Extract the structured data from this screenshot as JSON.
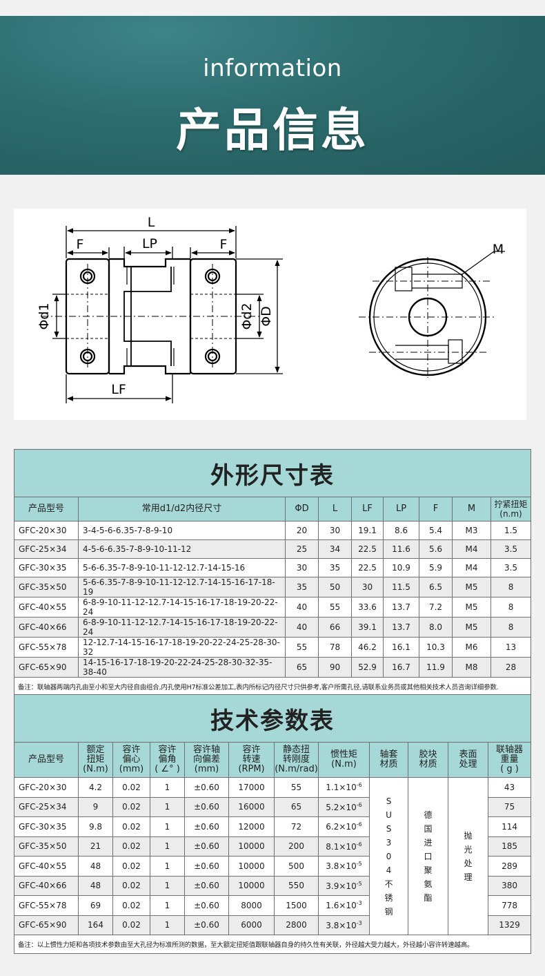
{
  "banner": {
    "english_title": "information",
    "chinese_title": "产品信息"
  },
  "diagram": {
    "labels": {
      "L": "L",
      "F_left": "F",
      "LP": "LP",
      "F_right": "F",
      "d1": "Φd1",
      "d2": "Φd2",
      "D": "ΦD",
      "LF": "LF",
      "M": "M"
    }
  },
  "dimension_table": {
    "title": "外形尺寸表",
    "headers": [
      "产品型号",
      "常用d1/d2内径尺寸",
      "ΦD",
      "L",
      "LF",
      "LP",
      "F",
      "M",
      "拧紧扭矩\n(n.m)"
    ],
    "rows": [
      [
        "GFC-20×30",
        "3-4-5-6-6.35-7-8-9-10",
        "20",
        "30",
        "19.1",
        "8.6",
        "5.4",
        "M3",
        "1.5"
      ],
      [
        "GFC-25×34",
        "4-5-6-6.35-7-8-9-10-11-12",
        "25",
        "34",
        "22.5",
        "11.6",
        "5.6",
        "M4",
        "3.5"
      ],
      [
        "GFC-30×35",
        "5-6-6.35-7-8-9-10-11-12-12.7-14-15-16",
        "30",
        "35",
        "22.5",
        "10.9",
        "5.9",
        "M4",
        "3.5"
      ],
      [
        "GFC-35×50",
        "5-6-6.35-7-8-9-10-11-12-12.7-14-15-16-17-18-19",
        "35",
        "50",
        "30",
        "11.5",
        "6.5",
        "M5",
        "8"
      ],
      [
        "GFC-40×55",
        "6-8-9-10-11-12-12.7-14-15-16-17-18-19-20-22-24",
        "40",
        "55",
        "33.6",
        "13.7",
        "7.2",
        "M5",
        "8"
      ],
      [
        "GFC-40×66",
        "6-8-9-10-11-12-12.7-14-15-16-17-18-19-20-22-24",
        "40",
        "66",
        "39.1",
        "13.7",
        "8.0",
        "M5",
        "8"
      ],
      [
        "GFC-55×78",
        "12-12.7-14-15-16-17-18-19-20-22-24-25-28-30-32",
        "55",
        "78",
        "46.2",
        "16.1",
        "10.3",
        "M6",
        "13"
      ],
      [
        "GFC-65×90",
        "14-15-16-17-18-19-20-22-24-25-28-30-32-35-38-40",
        "65",
        "90",
        "52.9",
        "16.7",
        "11.9",
        "M8",
        "28"
      ]
    ],
    "note": "备注：联轴器两端内孔由至小和至大内径自由组合,内孔使用H7标准公差加工,表内所标记内径尺寸只供参考,客户所需孔径,请联系业务员或其他相关技术人员咨询详细参数."
  },
  "tech_table": {
    "title": "技术参数表",
    "headers": [
      "产品型号",
      "额定\n扭矩\n(N.m)",
      "容许\n偏心\n(mm)",
      "容许\n偏角\n( ∠° )",
      "容许轴\n向偏差\n(mm)",
      "容许\n转速\n(RPM)",
      "静态扭\n转刚度\n(N.m/rad)",
      "惯性矩\n(N.m)",
      "轴套\n材质",
      "胶块\n材质",
      "表面\n处理",
      "联轴器\n重量\n( g )"
    ],
    "rows": [
      {
        "model": "GFC-20×30",
        "torque": "4.2",
        "ecc": "0.02",
        "angle": "1",
        "axial": "±0.60",
        "rpm": "17000",
        "stiff": "55",
        "inertia_base": "1.1×10",
        "inertia_exp": "-6",
        "weight": "43"
      },
      {
        "model": "GFC-25×34",
        "torque": "9",
        "ecc": "0.02",
        "angle": "1",
        "axial": "±0.60",
        "rpm": "16000",
        "stiff": "65",
        "inertia_base": "5.2×10",
        "inertia_exp": "-6",
        "weight": "75"
      },
      {
        "model": "GFC-30×35",
        "torque": "9.8",
        "ecc": "0.02",
        "angle": "1",
        "axial": "±0.60",
        "rpm": "12000",
        "stiff": "72",
        "inertia_base": "6.2×10",
        "inertia_exp": "-6",
        "weight": "114"
      },
      {
        "model": "GFC-35×50",
        "torque": "21",
        "ecc": "0.02",
        "angle": "1",
        "axial": "±0.60",
        "rpm": "10000",
        "stiff": "200",
        "inertia_base": "8.1×10",
        "inertia_exp": "-6",
        "weight": "185"
      },
      {
        "model": "GFC-40×55",
        "torque": "48",
        "ecc": "0.02",
        "angle": "1",
        "axial": "±0.60",
        "rpm": "10000",
        "stiff": "500",
        "inertia_base": "3.8×10",
        "inertia_exp": "-5",
        "weight": "289"
      },
      {
        "model": "GFC-40×66",
        "torque": "48",
        "ecc": "0.02",
        "angle": "1",
        "axial": "±0.60",
        "rpm": "10000",
        "stiff": "550",
        "inertia_base": "3.9×10",
        "inertia_exp": "-5",
        "weight": "380"
      },
      {
        "model": "GFC-55×78",
        "torque": "69",
        "ecc": "0.02",
        "angle": "1",
        "axial": "±0.60",
        "rpm": "8000",
        "stiff": "1500",
        "inertia_base": "1.6×10",
        "inertia_exp": "-3",
        "weight": "778"
      },
      {
        "model": "GFC-65×90",
        "torque": "164",
        "ecc": "0.02",
        "angle": "1",
        "axial": "±0.60",
        "rpm": "6000",
        "stiff": "2800",
        "inertia_base": "3.8×10",
        "inertia_exp": "-3",
        "weight": "1329"
      }
    ],
    "sleeve_material": [
      "S",
      "U",
      "S",
      "3",
      "0",
      "4",
      "不",
      "锈",
      "钢"
    ],
    "block_material": [
      "德",
      "国",
      "进",
      "口",
      "聚",
      "氨",
      "酯"
    ],
    "surface": [
      "抛",
      "光",
      "处",
      "理"
    ],
    "note": "备注：以上惯性力矩和各项技术参数由至大孔径为标准所测的数据，至大额定扭矩值跟联轴器自身的持久性有关联，外径越大受力越大，外径越小容许转速越高。"
  },
  "colors": {
    "banner": "#2c6b6d",
    "table_header": "#a5d8d6",
    "alt_row": "#ececec"
  }
}
